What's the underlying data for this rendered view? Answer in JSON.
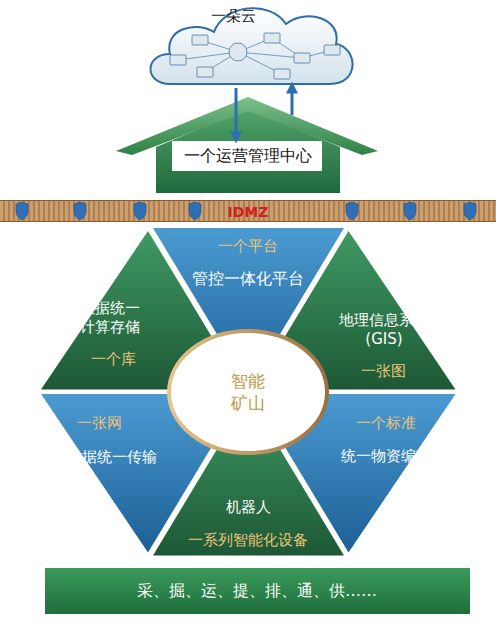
{
  "diagram": {
    "nodes": [
      {
        "text": [
          "一朵云"
        ]
      },
      {
        "text": [
          "一个运营管理中心"
        ]
      },
      {
        "text": [
          "IDMZ"
        ]
      },
      {
        "text": [
          "一个平台",
          "管控一体化平台"
        ]
      },
      {
        "text": [
          "数据统一计算存储",
          "一个库"
        ]
      },
      {
        "text": [
          "地理信息系统 (GIS)",
          "一张图"
        ]
      },
      {
        "text": [
          "智能 矿山"
        ]
      },
      {
        "text": [
          "一张网",
          "数据统一传输"
        ]
      },
      {
        "text": [
          "一个标准",
          "统一物资编码"
        ]
      },
      {
        "text": [
          "机器人",
          "一系列智能化设备"
        ]
      },
      {
        "text": [
          "采、掘、运、提、排、通、供……"
        ]
      }
    ],
    "edges": [
      {
        "from": 0,
        "to": 1,
        "arrow": "to"
      },
      {
        "from": 1,
        "to": 0,
        "arrow": "to"
      }
    ]
  }
}
